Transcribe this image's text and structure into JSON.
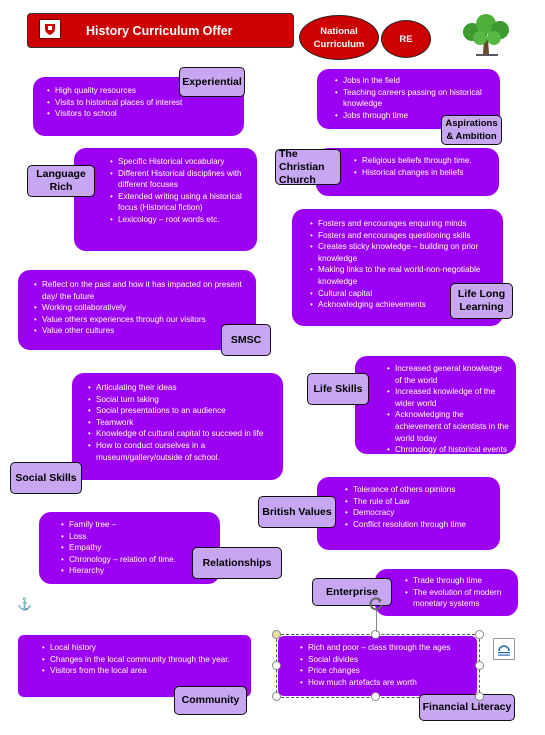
{
  "title": "History Curriculum Offer",
  "ovals": {
    "national": "National\nCurriculum",
    "re": "RE"
  },
  "experiential": {
    "tag": "Experiential",
    "items": [
      "High quality resources",
      "Visits to historical places of interest",
      "Visitors to school"
    ]
  },
  "aspirations": {
    "tag": "Aspirations\n& Ambition",
    "items": [
      "Jobs in the field",
      "Teaching careers passing on historical knowledge",
      "Jobs through time"
    ]
  },
  "language": {
    "tag": "Language Rich",
    "items": [
      "Specific Historical vocabulary",
      "Different Historical disciplines with different focuses",
      "Extended writing using a historical focus (Historical fiction)",
      "Lexicology – root words etc."
    ]
  },
  "church": {
    "tag": "The Christian\nChurch",
    "items": [
      "Religious beliefs through time.",
      "Historical changes in beliefs"
    ]
  },
  "lifelong": {
    "tag": "Life Long\nLearning",
    "items": [
      "Fosters and encourages enquiring minds",
      "Fosters and encourages questioning skills",
      "Creates sticky knowledge – building on prior knowledge",
      "Making links to the real world-non-negotiable knowledge",
      "Cultural capital",
      "Acknowledging achievements"
    ]
  },
  "smsc": {
    "tag": "SMSC",
    "items": [
      "Reflect on the past and how it has impacted on present day/ the future",
      "Working collaboratively",
      "Value others experiences through our visitors",
      "Value other cultures"
    ]
  },
  "lifeskills": {
    "tag": "Life Skills",
    "items": [
      "Increased general knowledge of the world",
      "Increased knowledge of the wider world",
      "Acknowledging the achievement of scientists in the world today",
      "Chronology of historical events"
    ]
  },
  "social": {
    "tag": "Social Skills",
    "items": [
      "Articulating their ideas",
      "Social turn taking",
      "Social presentations to an audience",
      "Teamwork",
      "Knowledge of cultural capital to succeed in life",
      "How to conduct ourselves in a museum/gallery/outside of school."
    ]
  },
  "british": {
    "tag": "British Values",
    "items": [
      "Tolerance of others opinions",
      "The rule of Law",
      "Democracy",
      "Conflict resolution through time"
    ]
  },
  "relationships": {
    "tag": "Relationships",
    "items": [
      "Family tree –",
      "Loss",
      "Empathy",
      "Chronology – relation of time.",
      "Hierarchy"
    ]
  },
  "enterprise": {
    "tag": "Enterprise",
    "items": [
      "Trade through time",
      "The evolution of modern monetary systems"
    ]
  },
  "community": {
    "tag": "Community",
    "items": [
      "Local history",
      "Changes in the local community through the year.",
      "Visitors from the local area"
    ]
  },
  "financial": {
    "tag": "Financial Literacy",
    "items": [
      "Rich and poor – class through the ages",
      "Social divides",
      "Price changes",
      "How much artefacts are worth"
    ]
  }
}
